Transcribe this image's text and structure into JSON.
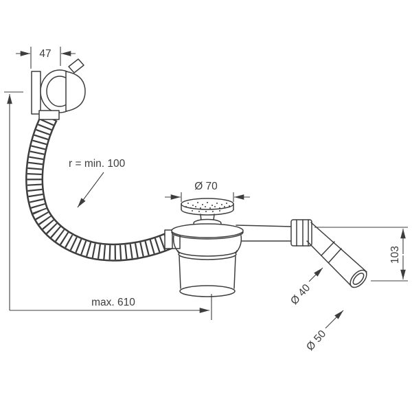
{
  "drawing": {
    "type": "technical-dimension-drawing",
    "subject": "bath-tub waste and overflow set with flexible hose and outlet bend"
  },
  "colors": {
    "line": "#3d3d3d",
    "background": "#ffffff"
  },
  "dimensions": {
    "overflow_width": "47",
    "bend_radius": "r = min. 100",
    "plug_diameter": "Ø 70",
    "outlet_height": "103",
    "pipe_diameter_small": "Ø 40",
    "pipe_diameter_large": "Ø 50",
    "max_length": "max. 610"
  }
}
